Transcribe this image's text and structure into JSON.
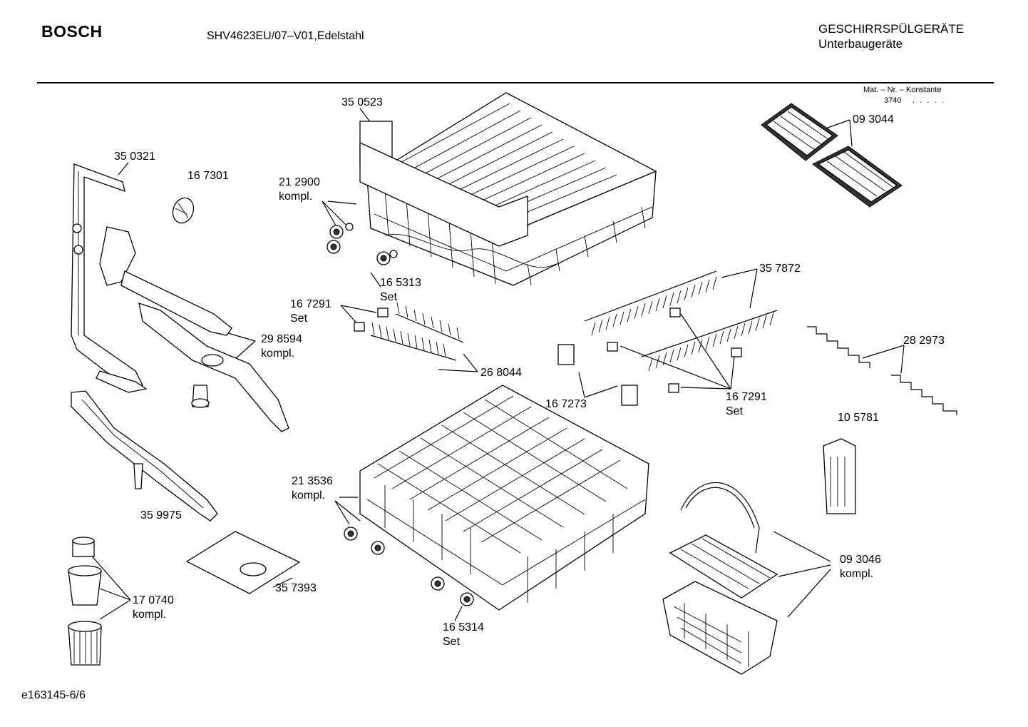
{
  "header": {
    "brand": "BOSCH",
    "model": "SHV4623EU/07–V01,Edelstahl",
    "category": "GESCHIRRSPÜLGERÄTE",
    "subcategory": "Unterbaugeräte"
  },
  "mat": {
    "label": "Mat. – Nr. – Konstante",
    "value": "3740",
    "dots": ". . . . ."
  },
  "footer": {
    "code": "e163145-6/6"
  },
  "parts": [
    {
      "id": "p350523",
      "number": "35 0523"
    },
    {
      "id": "p093044",
      "number": "09 3044"
    },
    {
      "id": "p350321",
      "number": "35 0321"
    },
    {
      "id": "p167301",
      "number": "16 7301"
    },
    {
      "id": "p212900",
      "number": "21 2900",
      "note": "kompl."
    },
    {
      "id": "p165313",
      "number": "16 5313",
      "note": "Set"
    },
    {
      "id": "p357872",
      "number": "35 7872"
    },
    {
      "id": "p167291a",
      "number": "16 7291",
      "note": "Set"
    },
    {
      "id": "p298594",
      "number": "29 8594",
      "note": "kompl."
    },
    {
      "id": "p268044",
      "number": "26 8044"
    },
    {
      "id": "p282973",
      "number": "28 2973"
    },
    {
      "id": "p167273",
      "number": "16 7273"
    },
    {
      "id": "p167291b",
      "number": "16 7291",
      "note": "Set"
    },
    {
      "id": "p105781",
      "number": "10 5781"
    },
    {
      "id": "p213536",
      "number": "21 3536",
      "note": "kompl."
    },
    {
      "id": "p359975",
      "number": "35 9975"
    },
    {
      "id": "p093046",
      "number": "09 3046",
      "note": "kompl."
    },
    {
      "id": "p357393",
      "number": "35 7393"
    },
    {
      "id": "p170740",
      "number": "17 0740",
      "note": "kompl."
    },
    {
      "id": "p165314",
      "number": "16 5314",
      "note": "Set"
    }
  ]
}
